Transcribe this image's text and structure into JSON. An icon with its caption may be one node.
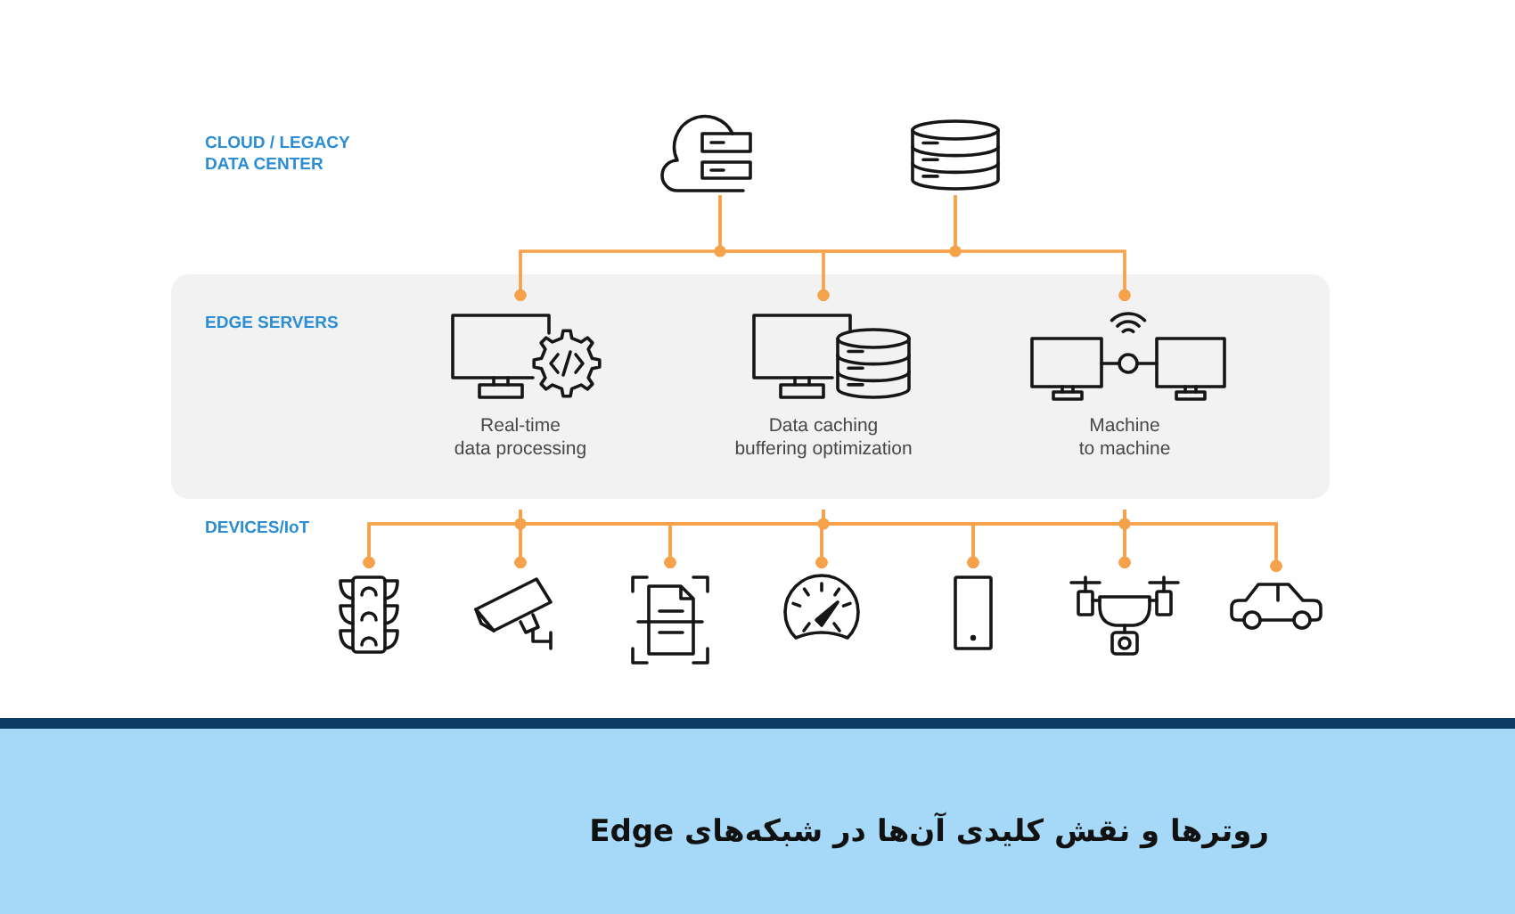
{
  "diagram": {
    "title": "روترها و نقش کلیدی آن‌ها در شبکه‌های Edge",
    "nodes": [
      {
        "text": [],
        "shape": "cloud"
      },
      {
        "text": [],
        "shape": "cylinder"
      },
      {
        "text": [
          "EDGE SERVERS"
        ]
      },
      {
        "text": [
          "Real-time data processing"
        ],
        "in": 2
      },
      {
        "text": [
          "Data caching buffering optimization"
        ],
        "in": 2
      },
      {
        "text": [
          "Machine to machine"
        ],
        "in": 2
      },
      {
        "text": [],
        "shape": "picture"
      },
      {
        "text": [],
        "shape": "picture"
      },
      {
        "text": [],
        "shape": "picture"
      },
      {
        "text": [],
        "shape": "picture"
      },
      {
        "text": [],
        "shape": "picture"
      },
      {
        "text": [],
        "shape": "picture"
      },
      {
        "text": [],
        "shape": "picture"
      }
    ],
    "edges": [
      {
        "from": 0,
        "to": 3,
        "arrow": "other"
      },
      {
        "from": 0,
        "to": 4,
        "arrow": "other"
      },
      {
        "from": 0,
        "to": 5,
        "arrow": "other"
      },
      {
        "from": 1,
        "to": 3,
        "arrow": "other"
      },
      {
        "from": 1,
        "to": 4,
        "arrow": "other"
      },
      {
        "from": 1,
        "to": 5,
        "arrow": "other"
      },
      {
        "from": 3,
        "to": 6,
        "arrow": "other"
      },
      {
        "from": 3,
        "to": 7,
        "arrow": "other"
      },
      {
        "from": 3,
        "to": 8,
        "arrow": "other"
      },
      {
        "from": 3,
        "to": 9,
        "arrow": "other"
      },
      {
        "from": 3,
        "to": 10,
        "arrow": "other"
      },
      {
        "from": 3,
        "to": 11,
        "arrow": "other"
      },
      {
        "from": 3,
        "to": 12,
        "arrow": "other"
      },
      {
        "from": 4,
        "to": 6,
        "arrow": "other"
      },
      {
        "from": 4,
        "to": 7,
        "arrow": "other"
      },
      {
        "from": 4,
        "to": 8,
        "arrow": "other"
      },
      {
        "from": 4,
        "to": 9,
        "arrow": "other"
      },
      {
        "from": 4,
        "to": 10,
        "arrow": "other"
      },
      {
        "from": 4,
        "to": 11,
        "arrow": "other"
      },
      {
        "from": 4,
        "to": 12,
        "arrow": "other"
      },
      {
        "from": 5,
        "to": 6,
        "arrow": "other"
      },
      {
        "from": 5,
        "to": 7,
        "arrow": "other"
      },
      {
        "from": 5,
        "to": 8,
        "arrow": "other"
      },
      {
        "from": 5,
        "to": 9,
        "arrow": "other"
      },
      {
        "from": 5,
        "to": 10,
        "arrow": "other"
      },
      {
        "from": 5,
        "to": 11,
        "arrow": "other"
      },
      {
        "from": 5,
        "to": 12,
        "arrow": "other"
      }
    ],
    "labels": [
      "CLOUD / LEGACY DATA CENTER",
      "DEVICES/IoT"
    ]
  }
}
